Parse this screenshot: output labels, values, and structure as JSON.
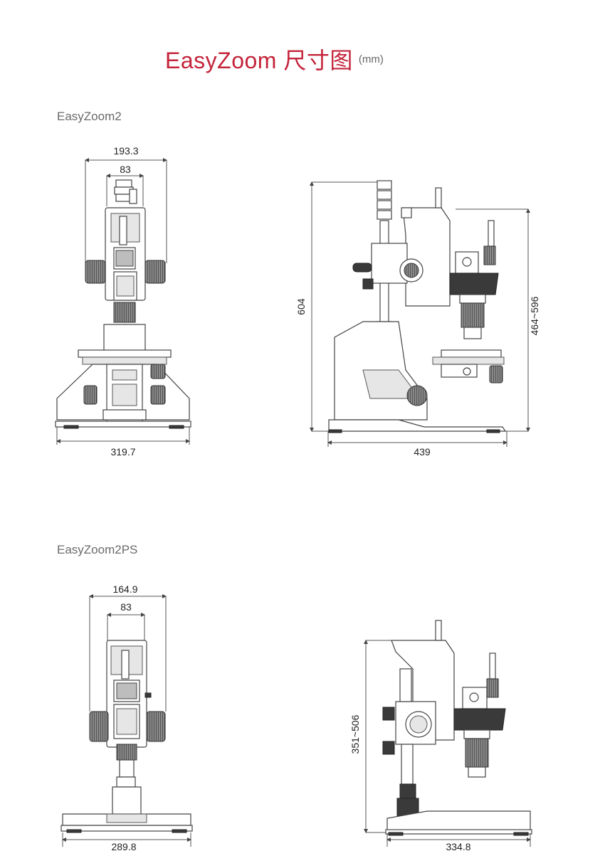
{
  "title": {
    "main": "EasyZoom 尺寸图",
    "unit": "(mm)"
  },
  "sections": [
    {
      "label": "EasyZoom2",
      "front": {
        "width_outer": "193.3",
        "width_inner": "83",
        "base_width": "319.7"
      },
      "side": {
        "height_total": "604",
        "height_range": "464~596",
        "base_depth": "439"
      }
    },
    {
      "label": "EasyZoom2PS",
      "front": {
        "width_outer": "164.9",
        "width_inner": "83",
        "base_width": "289.8"
      },
      "side": {
        "height_range": "351~506",
        "base_depth": "334.8"
      }
    }
  ],
  "colors": {
    "title": "#c4243a",
    "label": "#6a6a6a",
    "line": "#444444"
  }
}
